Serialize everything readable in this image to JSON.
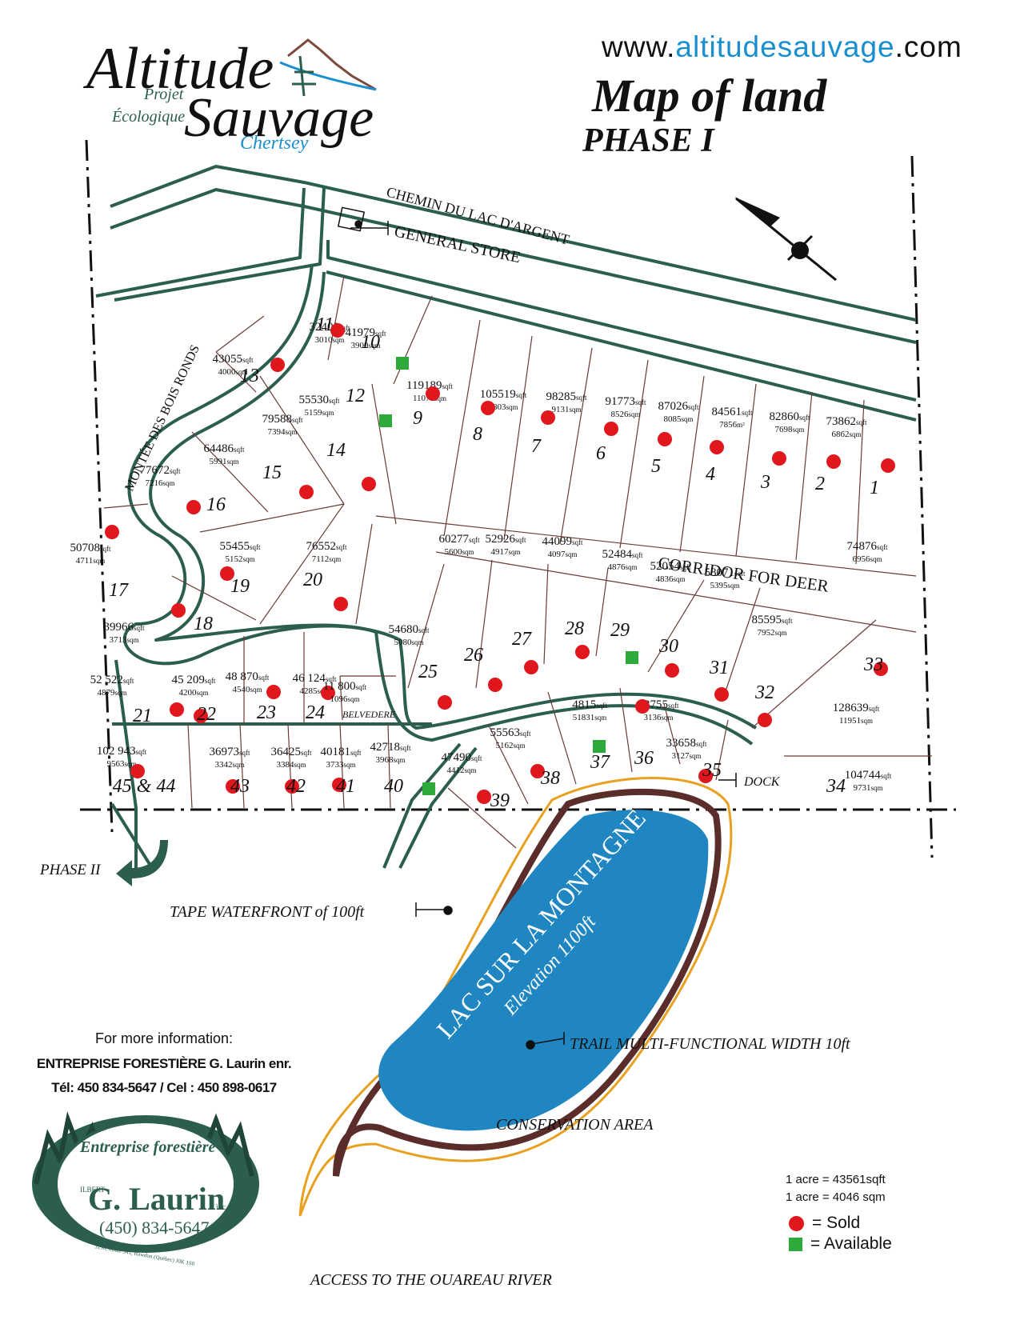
{
  "header": {
    "url_prefix": "www.",
    "url_accent": "altitudesauvage",
    "url_suffix": ".com",
    "title": "Map of land",
    "phase": "PHASE I"
  },
  "logo": {
    "line1": "Altitude",
    "line2": "Sauvage",
    "projet": "Projet",
    "ecologique": "Écologique",
    "place": "Chertsey"
  },
  "roads": {
    "chemin": "CHEMIN DU LAC D'ARGENT",
    "general_store": "GENERAL STORE",
    "montee": "MONTÉE DES BOIS RONDS",
    "corridor": "CORRIDOR FOR DEER",
    "belvedere": "BELVEDERE",
    "dock": "DOCK",
    "phase2": "PHASE II"
  },
  "lake": {
    "name": "LAC SUR LA MONTAGNE",
    "elevation": "Elevation 1100ft",
    "waterfront": "TAPE WATERFRONT of 100ft",
    "trail": "TRAIL MULTI-FUNCTIONAL WIDTH 10ft",
    "conservation": "CONSERVATION AREA",
    "river": "ACCESS TO THE OUAREAU RIVER"
  },
  "lots": [
    {
      "id": "1",
      "sqft": "",
      "sqm": "",
      "status": "sold"
    },
    {
      "id": "2",
      "sqft": "73862",
      "sqm": "6862",
      "status": "sold"
    },
    {
      "id": "3",
      "sqft": "82860",
      "sqm": "7698",
      "status": "sold"
    },
    {
      "id": "4",
      "sqft": "84561",
      "sqm": "7856",
      "sqm_unit": "m²",
      "status": "sold"
    },
    {
      "id": "5",
      "sqft": "87026",
      "sqm": "8085",
      "status": "sold"
    },
    {
      "id": "6",
      "sqft": "91773",
      "sqm": "8526",
      "status": "sold"
    },
    {
      "id": "7",
      "sqft": "98285",
      "sqm": "9131",
      "status": "sold"
    },
    {
      "id": "8",
      "sqft": "105519",
      "sqm": "9803",
      "status": "sold"
    },
    {
      "id": "9",
      "sqft": "119189",
      "sqm": "11073",
      "status": "sold"
    },
    {
      "id": "10",
      "sqft": "41979",
      "sqm": "3900",
      "status": "available"
    },
    {
      "id": "11",
      "sqft": "32400",
      "sqm": "3010",
      "status": "sold"
    },
    {
      "id": "12",
      "sqft": "55530",
      "sqm": "5159",
      "status": "available"
    },
    {
      "id": "13",
      "sqft": "43055",
      "sqm": "4000",
      "status": "sold"
    },
    {
      "id": "14",
      "sqft": "79588",
      "sqm": "7394",
      "status": "sold"
    },
    {
      "id": "15",
      "sqft": "64486",
      "sqm": "5991",
      "status": "sold"
    },
    {
      "id": "16",
      "sqft": "77672",
      "sqm": "7216",
      "status": "sold"
    },
    {
      "id": "17",
      "sqft": "50708",
      "sqm": "4711",
      "status": "sold"
    },
    {
      "id": "18",
      "sqft": "39966",
      "sqm": "3713",
      "status": "sold"
    },
    {
      "id": "19",
      "sqft": "55455",
      "sqm": "5152",
      "status": "sold"
    },
    {
      "id": "20",
      "sqft": "76552",
      "sqm": "7112",
      "status": "sold"
    },
    {
      "id": "21",
      "sqft": "52 522",
      "sqm": "4879",
      "status": "sold"
    },
    {
      "id": "22",
      "sqft": "45 209",
      "sqm": "4200",
      "status": "sold"
    },
    {
      "id": "23",
      "sqft": "48 870",
      "sqm": "4540",
      "status": "sold"
    },
    {
      "id": "24",
      "sqft": "46 124",
      "sqm": "4285",
      "status": "sold"
    },
    {
      "id": "25",
      "sqft": "54680",
      "sqm": "5080",
      "status": "sold"
    },
    {
      "id": "26",
      "sqft": "60277",
      "sqm": "5600",
      "status": "sold"
    },
    {
      "id": "27",
      "sqft": "52926",
      "sqm": "4917",
      "status": "sold"
    },
    {
      "id": "28",
      "sqft": "44099",
      "sqm": "4097",
      "status": "sold"
    },
    {
      "id": "29",
      "sqft": "52484",
      "sqm": "4876",
      "status": "available"
    },
    {
      "id": "30",
      "sqft": "52054",
      "sqm": "4836",
      "status": "sold"
    },
    {
      "id": "31",
      "sqft": "58071",
      "sqm": "5395",
      "status": "sold"
    },
    {
      "id": "32",
      "sqft": "85595",
      "sqm": "7952",
      "status": "sold"
    },
    {
      "id": "33",
      "sqft": "128639",
      "sqm": "11951",
      "status": "sold"
    },
    {
      "id": "34",
      "sqft": "104744",
      "sqm": "9731",
      "status": "none"
    },
    {
      "id": "35",
      "sqft": "33658",
      "sqm": "3127",
      "status": "sold"
    },
    {
      "id": "36",
      "sqft": "33755",
      "sqm": "3136",
      "status": "sold"
    },
    {
      "id": "37",
      "sqft": "4815",
      "sqm": "51831",
      "status": "available"
    },
    {
      "id": "38",
      "sqft": "55563",
      "sqm": "5162",
      "status": "sold"
    },
    {
      "id": "39",
      "sqft": "47490",
      "sqm": "4412",
      "status": "sold"
    },
    {
      "id": "40",
      "sqft": "42718",
      "sqm": "3968",
      "status": "available"
    },
    {
      "id": "41",
      "sqft": "40181",
      "sqm": "3733",
      "status": "sold"
    },
    {
      "id": "42",
      "sqft": "36425",
      "sqm": "3384",
      "status": "sold"
    },
    {
      "id": "43",
      "sqft": "36973",
      "sqm": "3342",
      "status": "sold"
    },
    {
      "id": "45 & 44",
      "sqft": "102 943",
      "sqm": "9563",
      "status": "sold"
    },
    {
      "id": "17b",
      "sqft": "74876",
      "sqm": "6956",
      "status": "none"
    },
    {
      "id": "bel",
      "sqft": "11 800",
      "sqm": "1096",
      "status": "none"
    }
  ],
  "units": {
    "sqft": "sqft",
    "sqm": "sqm"
  },
  "contact": {
    "more_info": "For more information:",
    "company": "ENTREPRISE FORESTIÈRE G. Laurin enr.",
    "phones": "Tél: 450 834-5647 / Cel : 450 898-0617"
  },
  "badge": {
    "top": "Entreprise forestière",
    "small": "ILBERT",
    "name": "G. Laurin",
    "suffix": "inc.",
    "phone": "(450) 834-5647",
    "address": "3130, Route 341, Rawdon (Québec) J0K 1S0"
  },
  "conversions": {
    "acre_sqft": "1 acre = 43561sqft",
    "acre_sqm": "1 acre = 4046 sqm"
  },
  "legend": {
    "sold": "= Sold",
    "available": "= Available"
  },
  "colors": {
    "road": "#2c5e50",
    "sold": "#e0181e",
    "available": "#2eaa3a",
    "lake": "#1f86c1",
    "trail": "#5a2c2a",
    "waterfront": "#e8a020",
    "url_accent": "#1a8fd0"
  }
}
